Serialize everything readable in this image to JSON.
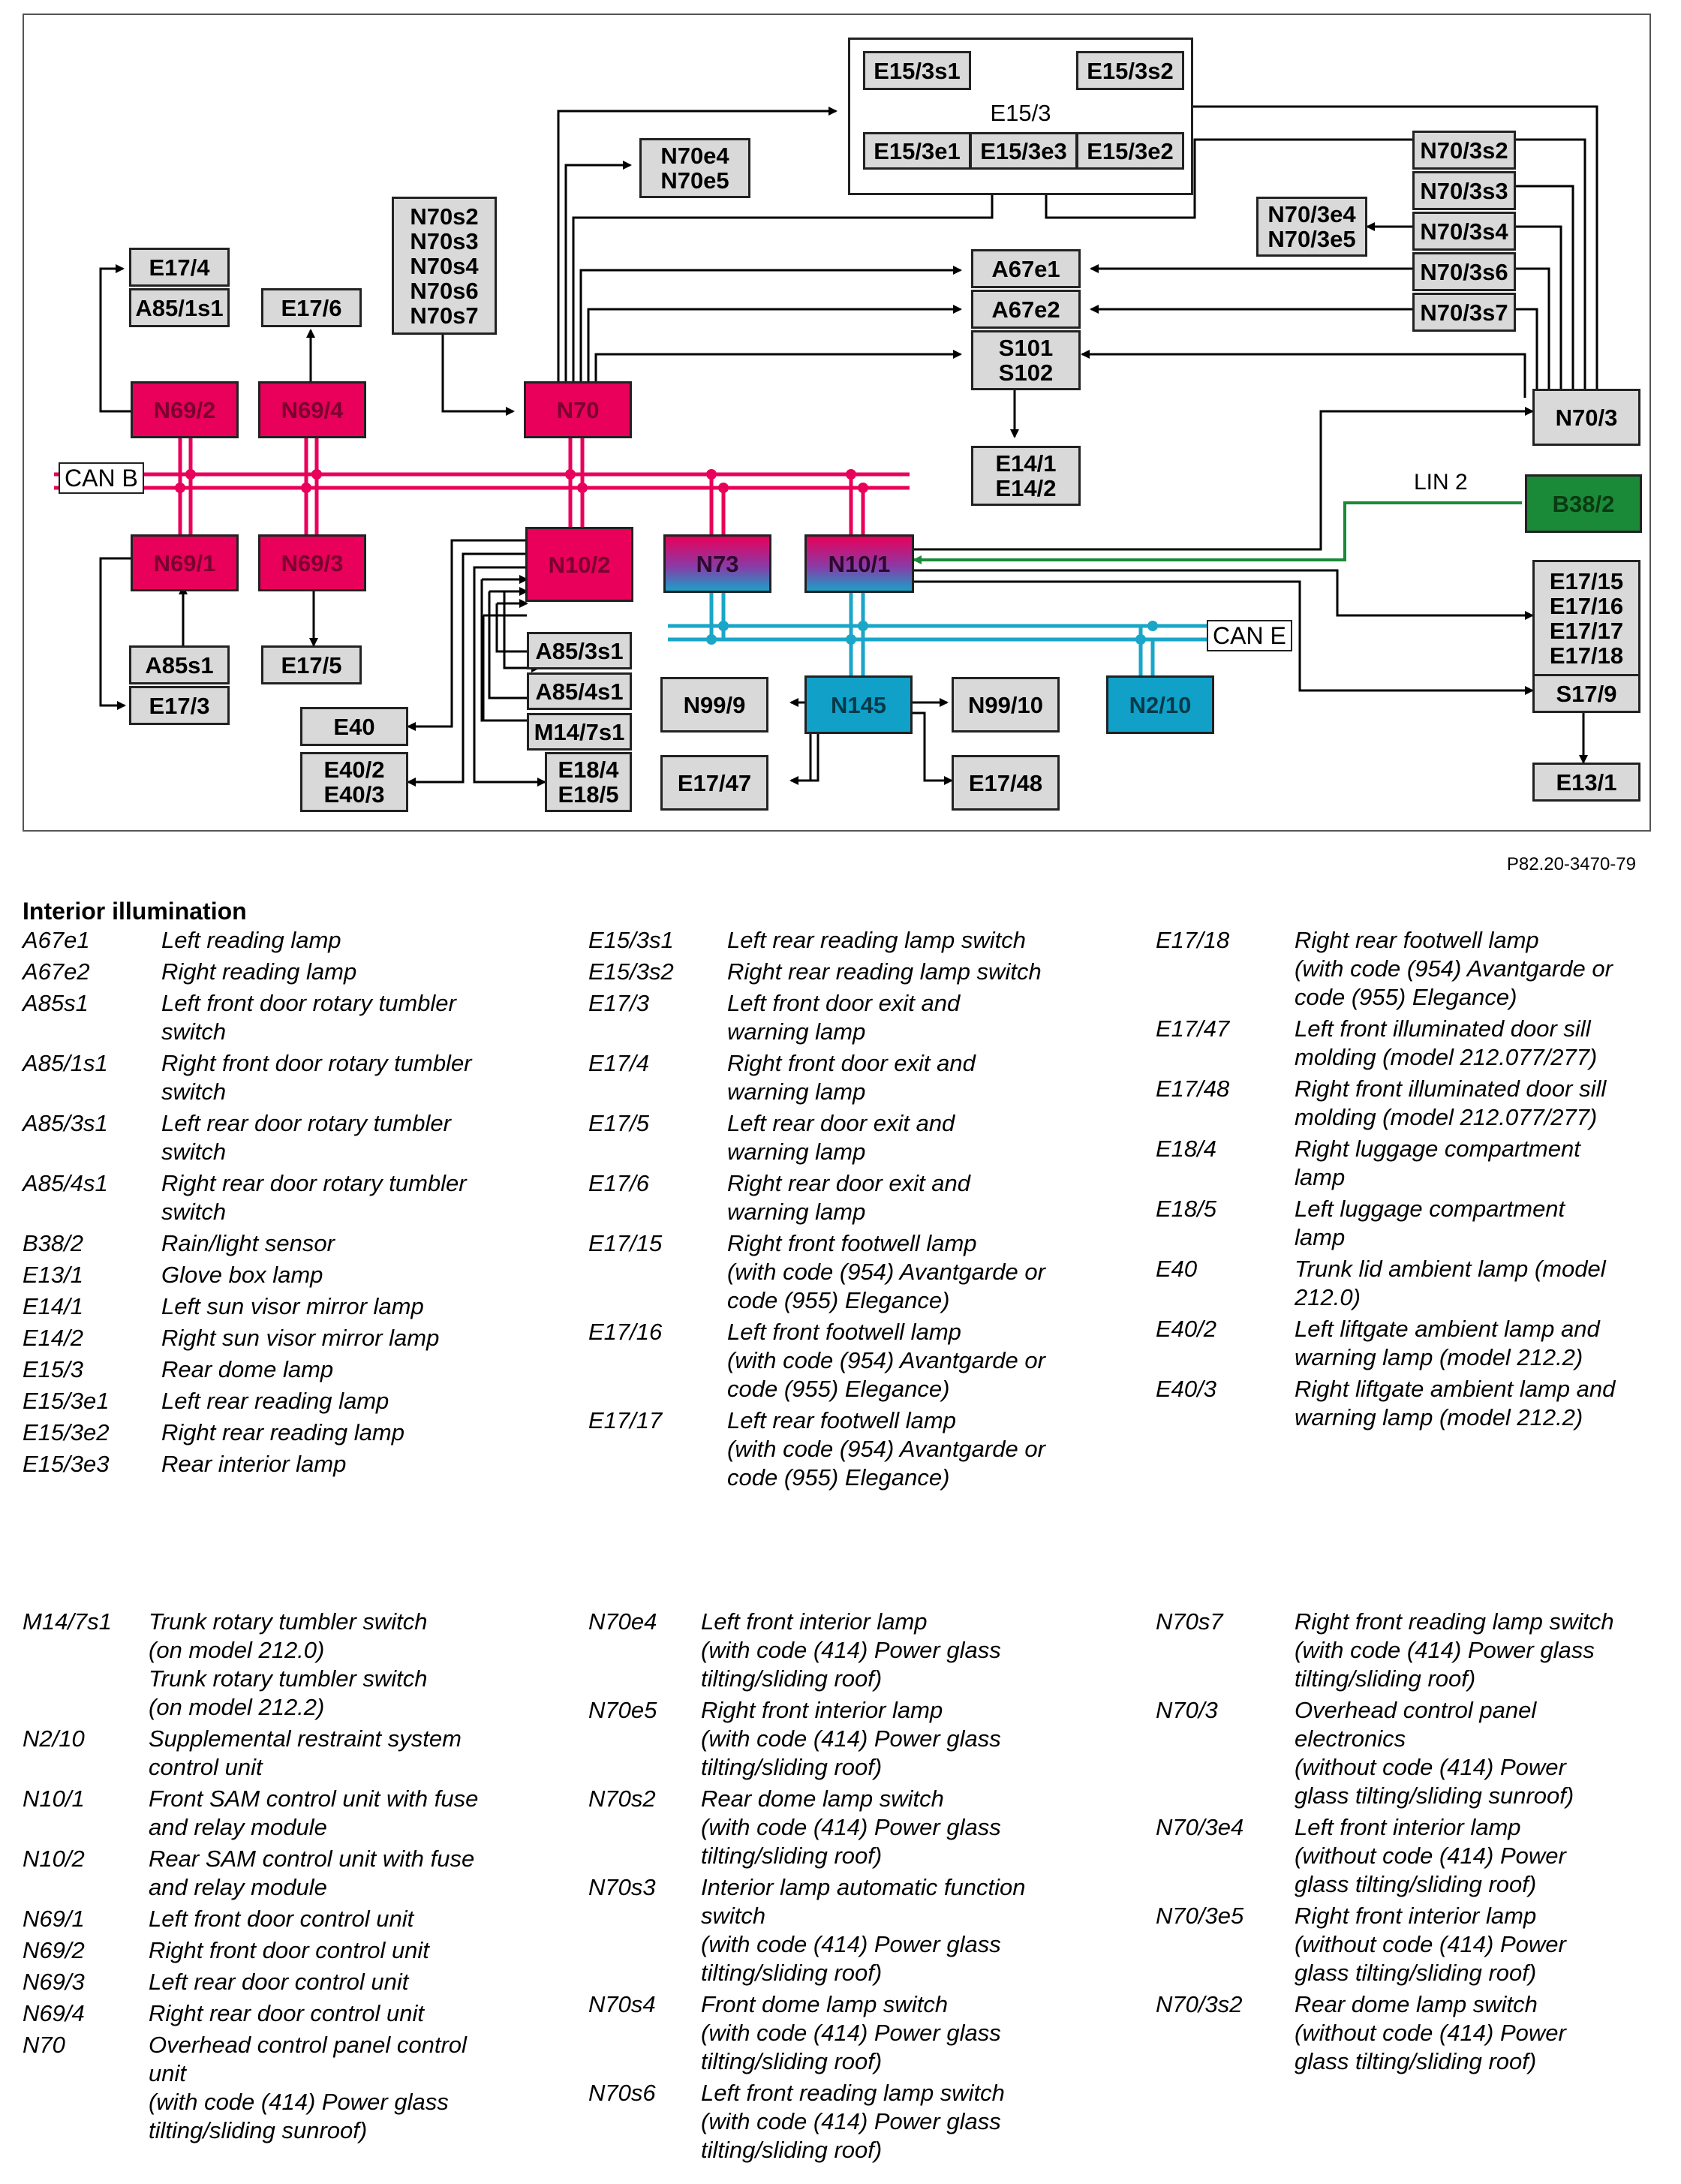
{
  "diagram": {
    "reference": "P82.20-3470-79",
    "buses": {
      "can_b": "CAN B",
      "can_e": "CAN E",
      "lin2": "LIN 2"
    },
    "e153_title": "E15/3",
    "nodes": {
      "e153s1": "E15/3s1",
      "e153s2": "E15/3s2",
      "e153e1": "E15/3e1",
      "e153e3": "E15/3e3",
      "e153e2": "E15/3e2",
      "n70e45": "N70e4\nN70e5",
      "n70s_group": "N70s2\nN70s3\nN70s4\nN70s6\nN70s7",
      "e174": "E17/4",
      "a851s1": "A85/1s1",
      "e176": "E17/6",
      "n692": "N69/2",
      "n694": "N69/4",
      "n70": "N70",
      "a67e1": "A67e1",
      "a67e2": "A67e2",
      "s101": "S101\nS102",
      "e141": "E14/1\nE14/2",
      "n703s2": "N70/3s2",
      "n703s3": "N70/3s3",
      "n703s4": "N70/3s4",
      "n703s6": "N70/3s6",
      "n703s7": "N70/3s7",
      "n703e45": "N70/3e4\nN70/3e5",
      "n703": "N70/3",
      "b382": "B38/2",
      "n691": "N69/1",
      "n693": "N69/3",
      "n102": "N10/2",
      "n73": "N73",
      "n101": "N10/1",
      "a85s1": "A85s1",
      "e173": "E17/3",
      "e175": "E17/5",
      "a853s1": "A85/3s1",
      "a854s1": "A85/4s1",
      "m147s1": "M14/7s1",
      "e184": "E18/4\nE18/5",
      "e40": "E40",
      "e402": "E40/2\nE40/3",
      "n999": "N99/9",
      "n145": "N145",
      "n9910": "N99/10",
      "n210": "N2/10",
      "e1747": "E17/47",
      "e1748": "E17/48",
      "e1715": "E17/15\nE17/16\nE17/17\nE17/18",
      "s179": "S17/9",
      "e131": "E13/1"
    },
    "colors": {
      "can_b": "#e8005a",
      "can_e": "#1aa6c8",
      "lin": "#1a8a38"
    }
  },
  "legend": {
    "title": "Interior illumination",
    "section1": {
      "col1": [
        {
          "k": "A67e1",
          "v": "Left reading lamp"
        },
        {
          "k": "A67e2",
          "v": "Right reading lamp"
        },
        {
          "k": "A85s1",
          "v": "Left front door rotary tumbler\nswitch"
        },
        {
          "k": "A85/1s1",
          "v": "Right front door rotary tumbler\nswitch"
        },
        {
          "k": "A85/3s1",
          "v": "Left rear door rotary tumbler\nswitch"
        },
        {
          "k": "A85/4s1",
          "v": "Right rear door rotary tumbler\nswitch"
        },
        {
          "k": "B38/2",
          "v": "Rain/light sensor"
        },
        {
          "k": "E13/1",
          "v": "Glove box lamp"
        },
        {
          "k": "E14/1",
          "v": "Left sun visor mirror lamp"
        },
        {
          "k": "E14/2",
          "v": "Right sun visor mirror lamp"
        },
        {
          "k": "E15/3",
          "v": "Rear dome lamp"
        },
        {
          "k": "E15/3e1",
          "v": "Left rear reading lamp"
        },
        {
          "k": "E15/3e2",
          "v": "Right rear reading lamp"
        },
        {
          "k": "E15/3e3",
          "v": "Rear interior lamp"
        }
      ],
      "col2": [
        {
          "k": "E15/3s1",
          "v": "Left rear reading lamp switch"
        },
        {
          "k": "E15/3s2",
          "v": "Right rear reading lamp switch"
        },
        {
          "k": "E17/3",
          "v": "Left front door exit and\nwarning lamp"
        },
        {
          "k": "E17/4",
          "v": "Right front door exit and\nwarning lamp"
        },
        {
          "k": "E17/5",
          "v": "Left rear door exit and\nwarning lamp"
        },
        {
          "k": "E17/6",
          "v": "Right rear door exit and\nwarning lamp"
        },
        {
          "k": "E17/15",
          "v": "Right front footwell lamp\n(with code (954) Avantgarde or\ncode (955) Elegance)"
        },
        {
          "k": "E17/16",
          "v": "Left front footwell lamp\n(with code (954) Avantgarde or\ncode (955) Elegance)"
        },
        {
          "k": "E17/17",
          "v": "Left rear footwell lamp\n(with code (954) Avantgarde or\ncode (955) Elegance)"
        }
      ],
      "col3": [
        {
          "k": "E17/18",
          "v": "Right rear footwell lamp\n(with code (954) Avantgarde or\ncode (955) Elegance)"
        },
        {
          "k": "E17/47",
          "v": "Left front illuminated door sill\nmolding (model 212.077/277)"
        },
        {
          "k": "E17/48",
          "v": "Right front illuminated door sill\nmolding (model 212.077/277)"
        },
        {
          "k": "E18/4",
          "v": "Right luggage compartment\nlamp"
        },
        {
          "k": "E18/5",
          "v": "Left luggage compartment\nlamp"
        },
        {
          "k": "E40",
          "v": "Trunk lid ambient lamp (model\n212.0)"
        },
        {
          "k": "E40/2",
          "v": "Left liftgate ambient lamp and\nwarning lamp (model 212.2)"
        },
        {
          "k": "E40/3",
          "v": "Right liftgate ambient lamp and\nwarning lamp (model 212.2)"
        }
      ]
    },
    "section2": {
      "col1": [
        {
          "k": "M14/7s1",
          "v": "Trunk rotary tumbler switch\n(on model 212.0)\nTrunk rotary tumbler switch\n(on model 212.2)"
        },
        {
          "k": "N2/10",
          "v": "Supplemental restraint system\ncontrol unit"
        },
        {
          "k": "N10/1",
          "v": "Front SAM control unit with fuse\nand relay module"
        },
        {
          "k": "N10/2",
          "v": "Rear SAM control unit with fuse\nand relay module"
        },
        {
          "k": "N69/1",
          "v": "Left front door control unit"
        },
        {
          "k": "N69/2",
          "v": "Right front door control unit"
        },
        {
          "k": "N69/3",
          "v": "Left rear door control unit"
        },
        {
          "k": "N69/4",
          "v": "Right rear door control unit"
        },
        {
          "k": "N70",
          "v": "Overhead control panel control\nunit\n(with code (414) Power glass\ntilting/sliding sunroof)"
        }
      ],
      "col2": [
        {
          "k": "N70e4",
          "v": "Left front interior lamp\n(with code (414) Power glass\ntilting/sliding roof)"
        },
        {
          "k": "N70e5",
          "v": "Right front interior lamp\n(with code (414) Power glass\ntilting/sliding roof)"
        },
        {
          "k": "N70s2",
          "v": "Rear dome lamp switch\n(with code (414) Power glass\ntilting/sliding roof)"
        },
        {
          "k": "N70s3",
          "v": "Interior lamp automatic function\nswitch\n(with code (414) Power glass\ntilting/sliding roof)"
        },
        {
          "k": "N70s4",
          "v": "Front dome lamp switch\n(with code (414) Power glass\ntilting/sliding roof)"
        },
        {
          "k": "N70s6",
          "v": "Left front reading lamp switch\n(with code (414) Power glass\ntilting/sliding roof)"
        }
      ],
      "col3": [
        {
          "k": "N70s7",
          "v": "Right front reading lamp switch\n(with code (414) Power glass\ntilting/sliding roof)"
        },
        {
          "k": "N70/3",
          "v": "Overhead control panel\nelectronics\n(without code (414) Power\nglass tilting/sliding sunroof)"
        },
        {
          "k": "N70/3e4",
          "v": "Left front interior lamp\n(without code (414) Power\nglass tilting/sliding roof)"
        },
        {
          "k": "N70/3e5",
          "v": "Right front interior lamp\n(without code (414) Power\nglass tilting/sliding roof)"
        },
        {
          "k": "N70/3s2",
          "v": "Rear dome lamp switch\n(without code (414) Power\nglass tilting/sliding roof)"
        }
      ]
    }
  }
}
